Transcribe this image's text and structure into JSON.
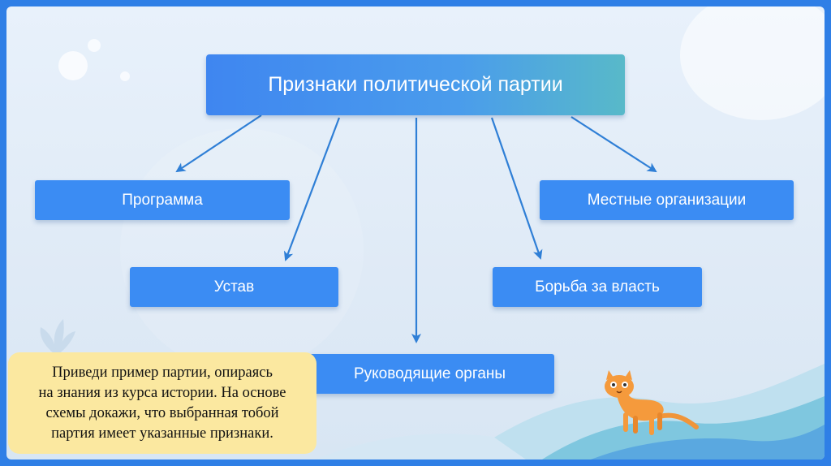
{
  "diagram": {
    "root": "Признаки политической партии",
    "nodes": [
      "Программа",
      "Устав",
      "Руководящие органы",
      "Борьба за власть",
      "Местные организации"
    ]
  },
  "task": {
    "lines": [
      "Приведи пример партии, опираясь",
      "на знания из курса истории. На основе",
      "схемы докажи, что выбранная тобой",
      "партия имеет указанные признаки."
    ]
  },
  "colors": {
    "box": "#3b8cf3",
    "arrow": "#2f7fd6",
    "note": "#fbe8a0",
    "frame": "#2f7fe6"
  },
  "icons": [
    "cat-mascot-illustration",
    "plant-leaf-decoration",
    "bubble-decoration"
  ]
}
